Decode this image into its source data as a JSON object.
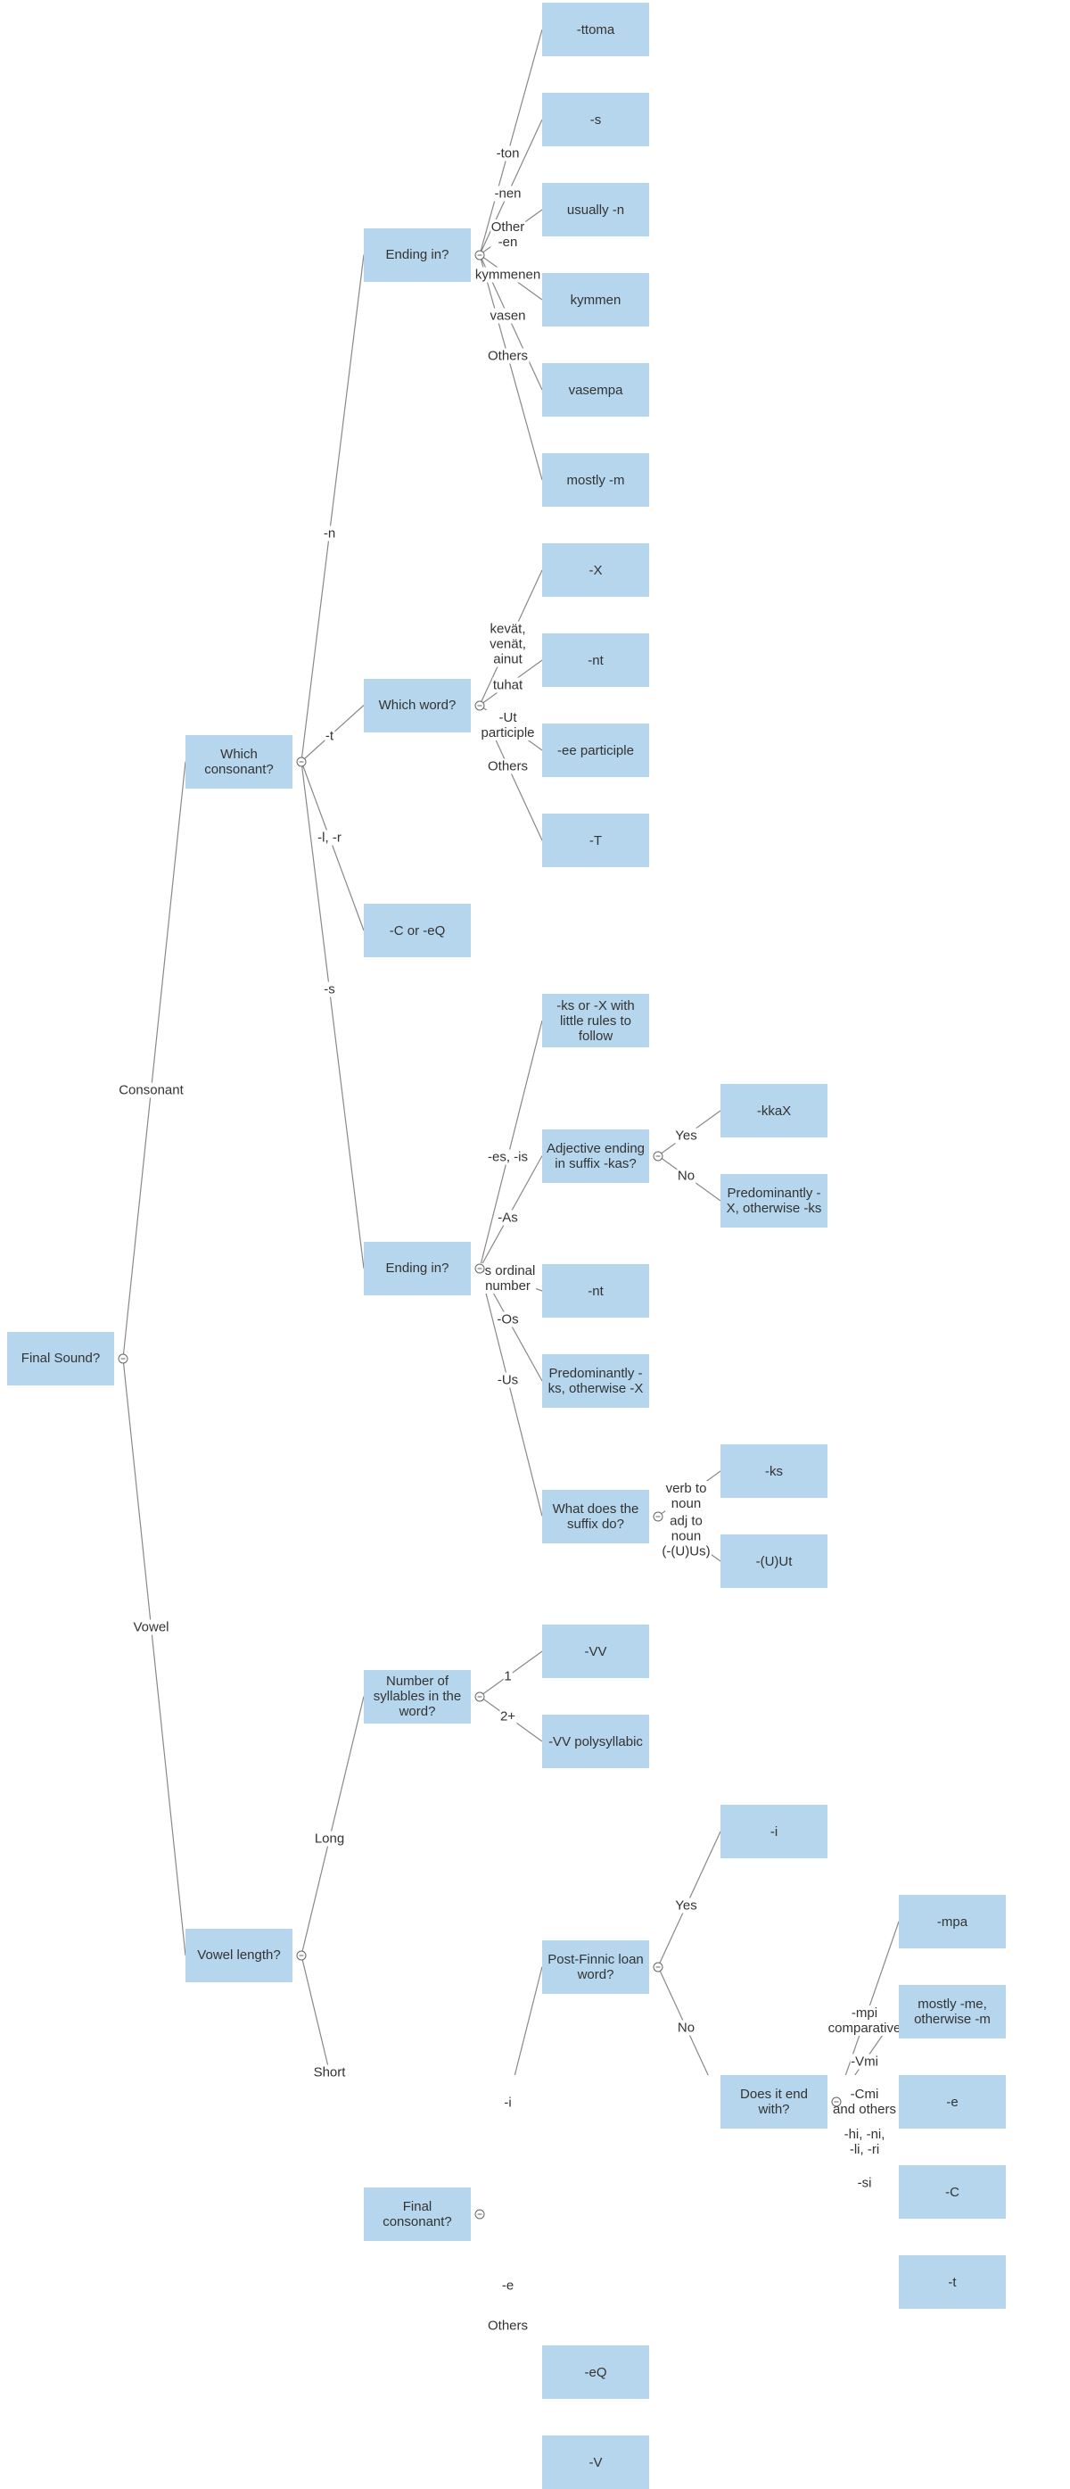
{
  "tree": {
    "label": "Final Sound?",
    "children": [
      {
        "edge": "Consonant",
        "node": {
          "label": "Which consonant?",
          "children": [
            {
              "edge": "-n",
              "node": {
                "label": "Ending in?",
                "children": [
                  {
                    "edge": "-ton",
                    "node": {
                      "label": "-ttoma"
                    }
                  },
                  {
                    "edge": "-nen",
                    "node": {
                      "label": "-s"
                    }
                  },
                  {
                    "edge": "Other\n-en",
                    "node": {
                      "label": "usually -n"
                    }
                  },
                  {
                    "edge": "kymmenen",
                    "node": {
                      "label": "kymmen"
                    }
                  },
                  {
                    "edge": "vasen",
                    "node": {
                      "label": "vasempa"
                    }
                  },
                  {
                    "edge": "Others",
                    "node": {
                      "label": "mostly -m"
                    }
                  }
                ]
              }
            },
            {
              "edge": "-t",
              "node": {
                "label": "Which word?",
                "children": [
                  {
                    "edge": "kevät,\nvenät,\nainut",
                    "node": {
                      "label": "-X"
                    }
                  },
                  {
                    "edge": "tuhat",
                    "node": {
                      "label": "-nt"
                    }
                  },
                  {
                    "edge": "-Ut\nparticiple",
                    "node": {
                      "label": "-ee participle"
                    }
                  },
                  {
                    "edge": "Others",
                    "node": {
                      "label": "-T"
                    }
                  }
                ]
              }
            },
            {
              "edge": "-l, -r",
              "node": {
                "label": "-C or -eQ"
              }
            },
            {
              "edge": "-s",
              "node": {
                "label": "Ending in?",
                "children": [
                  {
                    "edge": "-es, -is",
                    "node": {
                      "label": "-ks or -X with little rules to follow"
                    }
                  },
                  {
                    "edge": "-As",
                    "node": {
                      "label": "Adjective ending in suffix -kas?",
                      "children": [
                        {
                          "edge": "Yes",
                          "node": {
                            "label": "-kkaX"
                          }
                        },
                        {
                          "edge": "No",
                          "node": {
                            "label": "Predominantly -X, otherwise -ks"
                          }
                        }
                      ]
                    }
                  },
                  {
                    "edge": "-s ordinal\nnumber",
                    "node": {
                      "label": "-nt"
                    }
                  },
                  {
                    "edge": "-Os",
                    "node": {
                      "label": "Predominantly -ks, otherwise -X"
                    }
                  },
                  {
                    "edge": "-Us",
                    "node": {
                      "label": "What does the suffix do?",
                      "children": [
                        {
                          "edge": "verb to\nnoun",
                          "node": {
                            "label": "-ks"
                          }
                        },
                        {
                          "edge": "adj to\nnoun\n(-(U)Us)",
                          "node": {
                            "label": "-(U)Ut"
                          }
                        }
                      ]
                    }
                  }
                ]
              }
            }
          ]
        }
      },
      {
        "edge": "Vowel",
        "node": {
          "label": "Vowel length?",
          "children": [
            {
              "edge": "Long",
              "node": {
                "label": "Number of syllables in the word?",
                "children": [
                  {
                    "edge": "1",
                    "node": {
                      "label": "-VV"
                    }
                  },
                  {
                    "edge": "2+",
                    "node": {
                      "label": "-VV polysyllabic"
                    }
                  }
                ]
              }
            },
            {
              "edge": "Short",
              "node": {
                "label": "Final consonant?",
                "children": [
                  {
                    "edge": "-i",
                    "node": {
                      "label": "Post-Finnic loan word?",
                      "children": [
                        {
                          "edge": "Yes",
                          "node": {
                            "label": "-i"
                          }
                        },
                        {
                          "edge": "No",
                          "node": {
                            "label": "Does it end with?",
                            "children": [
                              {
                                "edge": "-mpi\ncomparative",
                                "node": {
                                  "label": "-mpa"
                                }
                              },
                              {
                                "edge": "-Vmi",
                                "node": {
                                  "label": "mostly -me, otherwise -m"
                                }
                              },
                              {
                                "edge": "-Cmi\nand others",
                                "node": {
                                  "label": "-e"
                                }
                              },
                              {
                                "edge": "-hi, -ni,\n-li, -ri",
                                "node": {
                                  "label": "-C"
                                }
                              },
                              {
                                "edge": "-si",
                                "node": {
                                  "label": "-t"
                                }
                              }
                            ]
                          }
                        }
                      ]
                    }
                  },
                  {
                    "edge": "-e",
                    "node": {
                      "label": "-eQ"
                    }
                  },
                  {
                    "edge": "Others",
                    "node": {
                      "label": "-V"
                    }
                  }
                ]
              }
            }
          ]
        }
      }
    ]
  }
}
